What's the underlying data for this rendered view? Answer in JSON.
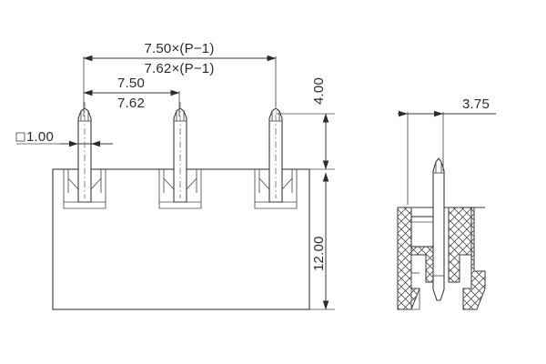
{
  "drawing": {
    "title": "Pin header connector — front view and side section view",
    "units": "mm",
    "line_color": "#3a3a3a",
    "text_color": "#2b2b2b",
    "background": "#ffffff"
  },
  "front_view": {
    "name": "front-view",
    "pin_count": 3,
    "dimensions": {
      "overall_pitch_a": "7.50×(P−1)",
      "overall_pitch_b": "7.62×(P−1)",
      "pitch_a": "7.50",
      "pitch_b": "7.62",
      "pin_width_symbol": "□",
      "pin_width": "1.00",
      "pin_height_above_body": "4.00",
      "body_height": "12.00"
    }
  },
  "side_view": {
    "name": "side-section-view",
    "dimensions": {
      "pin_offset": "3.75"
    },
    "section_hatch": "cross-hatch"
  },
  "labels": {
    "overall_pitch_a": "7.50×(P−1)",
    "overall_pitch_b": "7.62×(P−1)",
    "pitch_a": "7.50",
    "pitch_b": "7.62",
    "pin_square_symbol": "□",
    "pin_width": "1.00",
    "height_4": "4.00",
    "height_12": "12.00",
    "offset_375": "3.75"
  }
}
